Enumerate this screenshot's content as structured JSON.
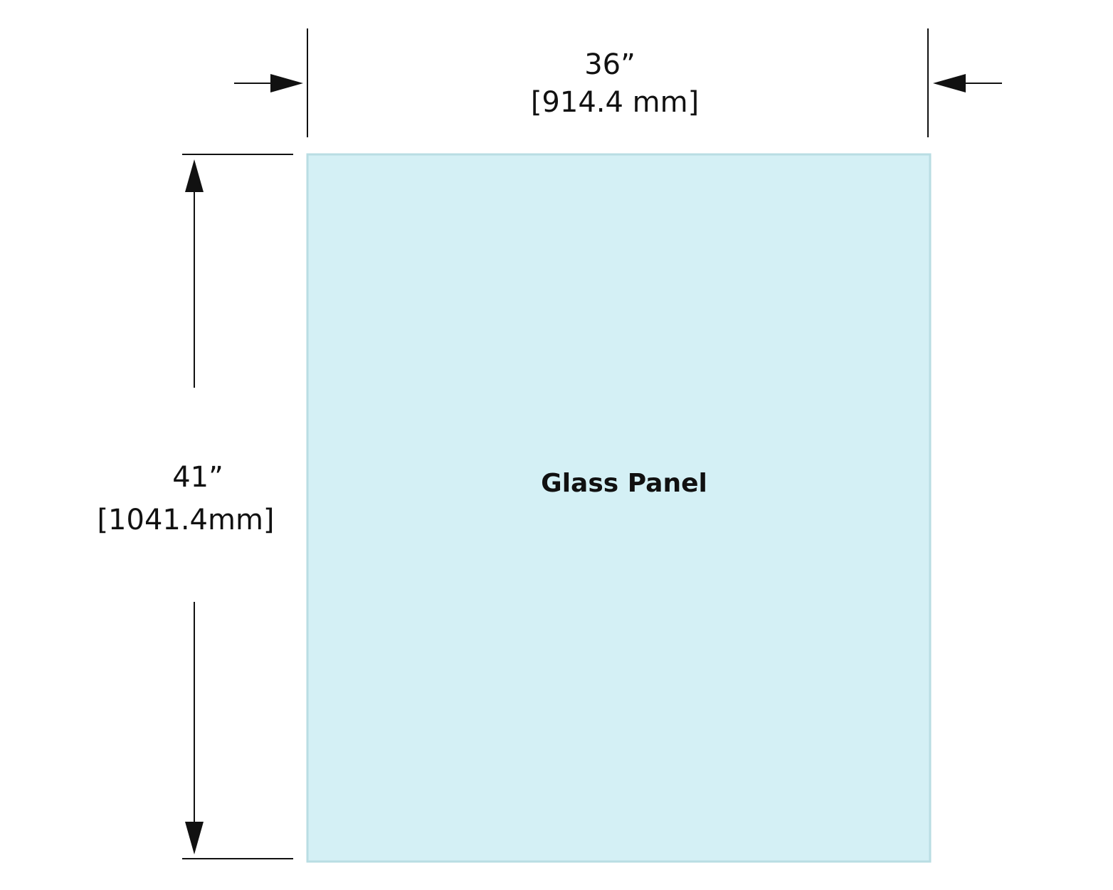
{
  "panel": {
    "label": "Glass Panel",
    "fill_color": "#d4f0f5",
    "border_color": "#b9dde3"
  },
  "width_dimension": {
    "imperial": "36”",
    "metric": "[914.4 mm]"
  },
  "height_dimension": {
    "imperial": "41”",
    "metric": "[1041.4mm]"
  }
}
